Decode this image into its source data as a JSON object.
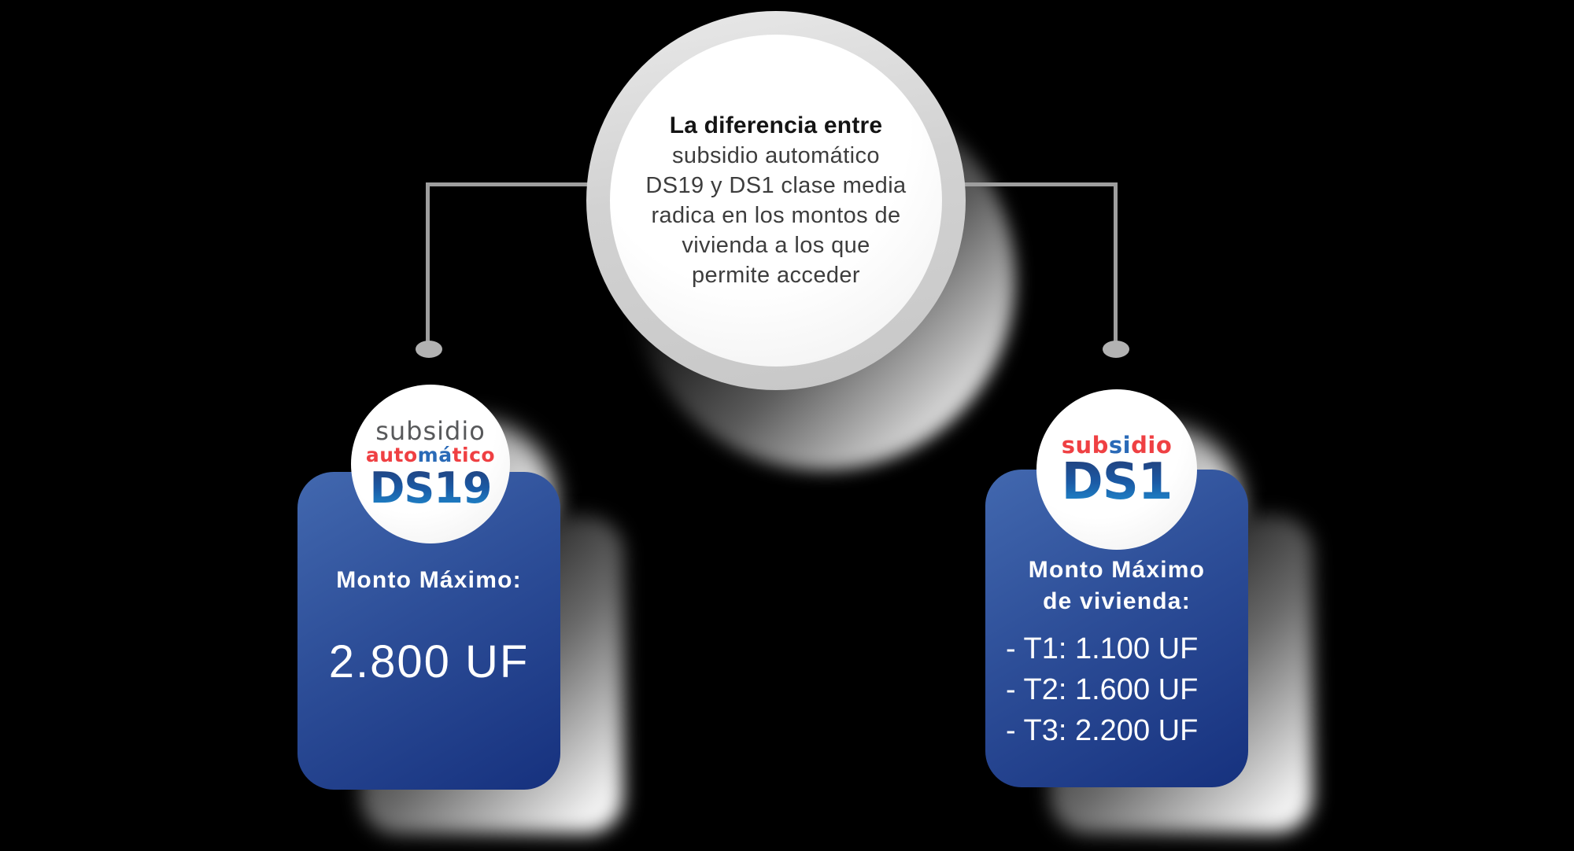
{
  "colors": {
    "background": "#000000",
    "card_blue_top": "#4268af",
    "card_blue_bottom": "#16317e",
    "logo_red": "#ef4043",
    "logo_blue": "#2a6ab7",
    "ds_gradient_top": "#22407c",
    "ds_gradient_bottom": "#1f8ccf",
    "logo_gray": "#58595b",
    "connector_gray": "#9e9e9e",
    "bubble_ring_gray": "#d2d2d2",
    "text_dark": "#3d3d3d",
    "text_white": "#ffffff"
  },
  "center_bubble": {
    "line1": "La diferencia entre",
    "line2": "subsidio automático",
    "line3": "DS19 y DS1 clase media",
    "line4": "radica en los montos de",
    "line5": "vivienda a los que",
    "line6": "permite acceder"
  },
  "left_group": {
    "logo": {
      "word1": "subsidio",
      "word2_part1": "auto",
      "word2_part2": "má",
      "word2_part3": "tico",
      "word3": "DS19"
    },
    "card": {
      "title": "Monto Máximo:",
      "amount": "2.800 UF"
    }
  },
  "right_group": {
    "logo": {
      "word1_part1": "sub",
      "word1_part2": "si",
      "word1_part3": "dio",
      "word2": "DS1"
    },
    "card": {
      "title_line1": "Monto Máximo",
      "title_line2": "de vivienda:",
      "items": [
        "- T1: 1.100 UF",
        "- T2: 1.600 UF",
        "- T3: 2.200 UF"
      ]
    }
  }
}
